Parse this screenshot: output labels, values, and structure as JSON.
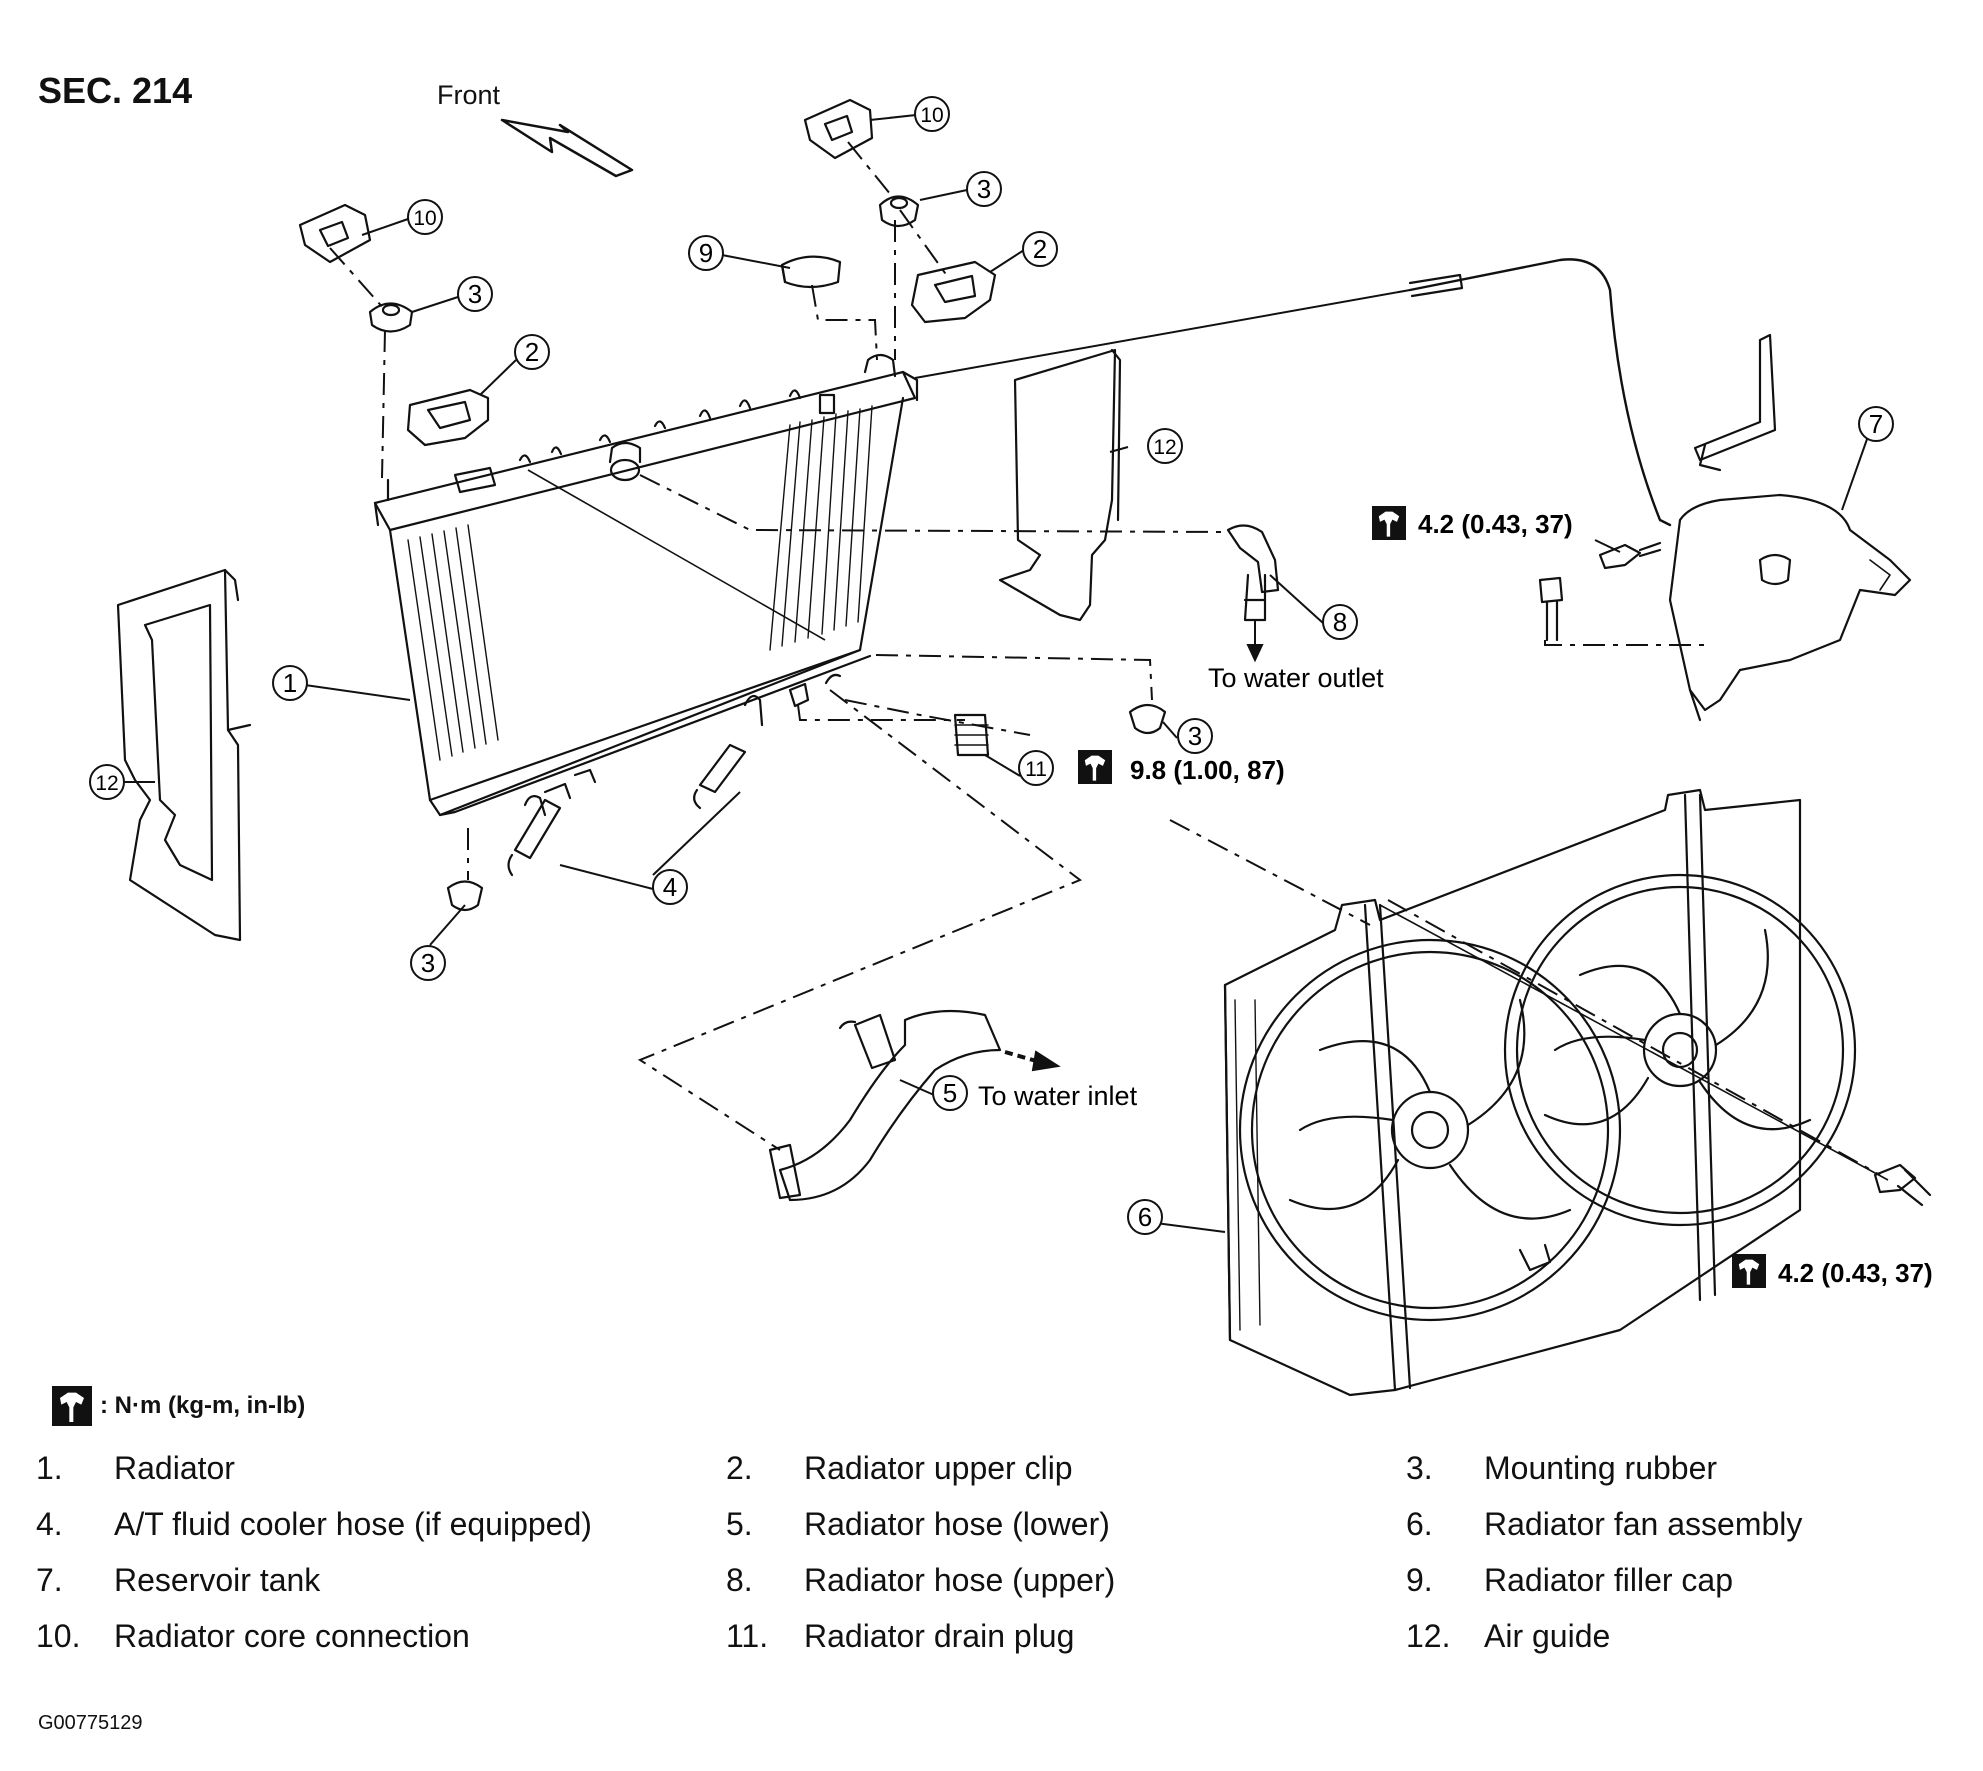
{
  "header": {
    "section": "SEC. 214",
    "front_label": "Front"
  },
  "callout_numbers": [
    "1",
    "2",
    "2",
    "3",
    "3",
    "3",
    "3",
    "4",
    "5",
    "6",
    "7",
    "8",
    "9",
    "10",
    "10",
    "11",
    "12",
    "12"
  ],
  "annotations": {
    "water_outlet": "To water outlet",
    "water_inlet": "To water inlet"
  },
  "torque_specs": {
    "drain_plug": "9.8 (1.00, 87)",
    "reservoir_bolt": "4.2 (0.43, 37)",
    "fan_bolt": "4.2 (0.43, 37)"
  },
  "legend_key": {
    "units": ": N·m (kg-m, in-lb)",
    "icon": "torque-wrench-icon"
  },
  "parts": [
    {
      "num": "1.",
      "name": "Radiator"
    },
    {
      "num": "2.",
      "name": "Radiator upper clip"
    },
    {
      "num": "3.",
      "name": "Mounting rubber"
    },
    {
      "num": "4.",
      "name": "A/T fluid cooler hose (if equipped)"
    },
    {
      "num": "5.",
      "name": "Radiator hose (lower)"
    },
    {
      "num": "6.",
      "name": "Radiator fan assembly"
    },
    {
      "num": "7.",
      "name": "Reservoir tank"
    },
    {
      "num": "8.",
      "name": "Radiator hose (upper)"
    },
    {
      "num": "9.",
      "name": "Radiator filler cap"
    },
    {
      "num": "10.",
      "name": "Radiator core connection"
    },
    {
      "num": "11.",
      "name": "Radiator drain plug"
    },
    {
      "num": "12.",
      "name": "Air guide"
    }
  ],
  "figure_id": "G00775129"
}
